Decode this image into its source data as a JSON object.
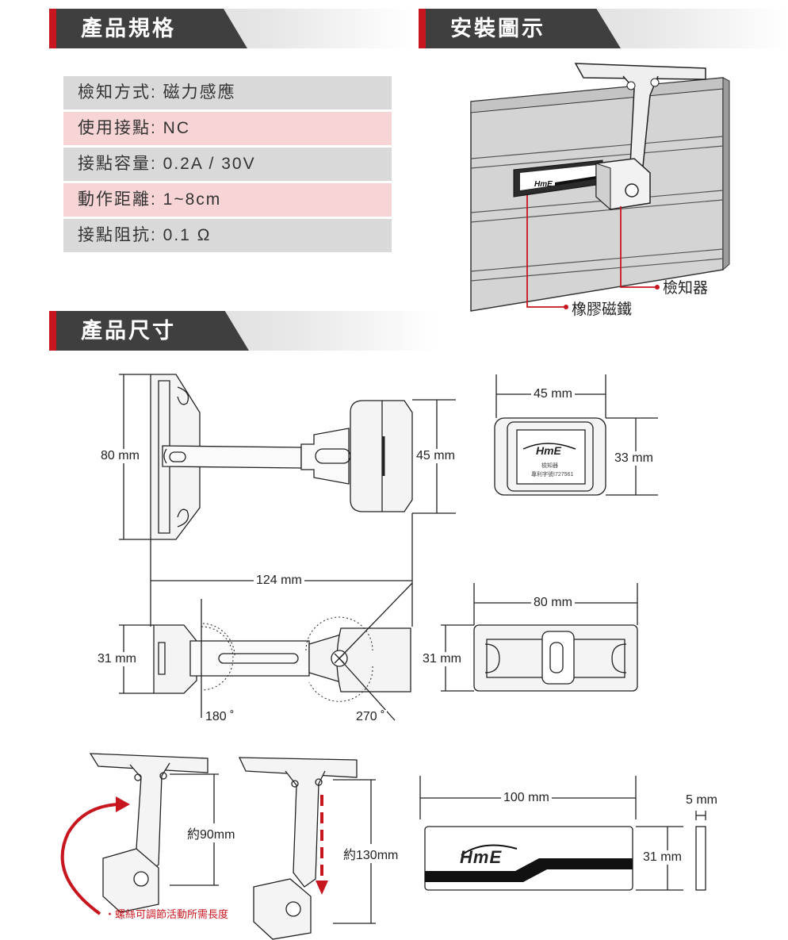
{
  "headers": {
    "spec": "產品規格",
    "install": "安裝圖示",
    "size": "產品尺寸"
  },
  "specs": [
    {
      "label": "檢知方式",
      "value": "磁力感應"
    },
    {
      "label": "使用接點",
      "value": "NC"
    },
    {
      "label": "接點容量",
      "value": "0.2A / 30V"
    },
    {
      "label": "動作距離",
      "value": "1~8cm"
    },
    {
      "label": "接點阻抗",
      "value": "0.1 Ω"
    }
  ],
  "install_labels": {
    "sensor": "檢知器",
    "magnet": "橡膠磁鐵"
  },
  "dimensions": {
    "d80_side": "80 mm",
    "d45_depth": "45 mm",
    "d45_width": "45 mm",
    "d33": "33 mm",
    "d124": "124 mm",
    "d31_top": "31 mm",
    "d31_mid": "31 mm",
    "d80_base": "80 mm",
    "angle180": "180 ˚",
    "angle270": "270 ˚",
    "approx90": "約90mm",
    "approx130": "約130mm",
    "d100": "100 mm",
    "d5": "5 mm",
    "d31_magnet": "31 mm"
  },
  "brand": {
    "logo": "HmE",
    "sensor_name": "檢知器",
    "patent": "專利字號I727561"
  },
  "note": "・螺絲可調節活動所需長度",
  "colors": {
    "accent_red": "#c8161e",
    "header_dark": "#3f3f3f",
    "row_gray": "#d9d9d9",
    "row_pink": "#f7d4d6"
  }
}
